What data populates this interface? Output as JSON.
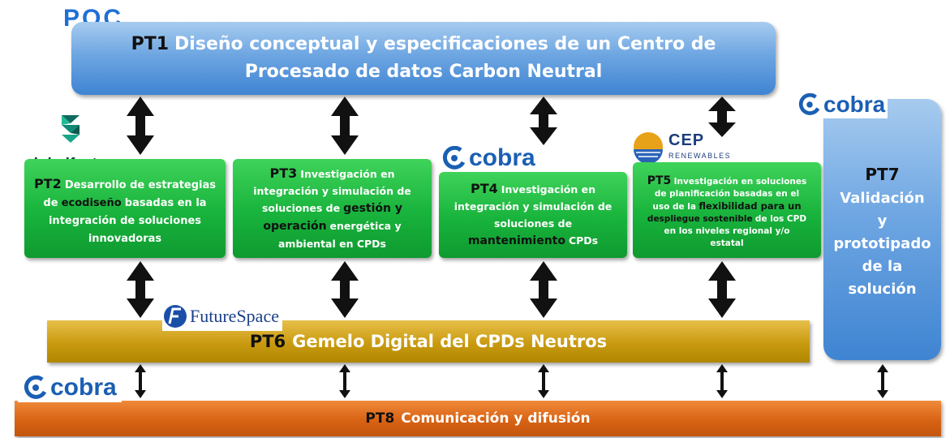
{
  "logos": {
    "pqc": "PQC",
    "globalfactor": "globalfactor",
    "cobra": "cobra",
    "cep_main": "CEP",
    "cep_sub": "RENEWABLES",
    "futurespace": "FutureSpace"
  },
  "pt1": {
    "code": "PT1",
    "line1": "Diseño conceptual y especificaciones de un Centro de",
    "line2": "Procesado de datos Carbon Neutral"
  },
  "pt2": {
    "code": "PT2",
    "t1": "Desarrollo de estrategias",
    "t2": "de",
    "t3": "ecodiseño",
    "t4": "basadas  en la",
    "t5": "integración de soluciones",
    "t6": "innovadoras"
  },
  "pt3": {
    "code": "PT3",
    "t1": "Investigación en",
    "t2": "integración y simulación de",
    "t3": "soluciones de",
    "t4": "gestión y",
    "t5": "operación",
    "t6": "energética y",
    "t7": "ambiental en CPDs"
  },
  "pt4": {
    "code": "PT4",
    "t1": "Investigación en",
    "t2": "integración y simulación de",
    "t3": "soluciones de",
    "t4": "mantenimiento",
    "t5": "CPDs"
  },
  "pt5": {
    "code": "PT5",
    "t1": "Investigación en soluciones",
    "t2": "de planificación basadas en el",
    "t3": "uso de la",
    "t4": "flexibilidad para un",
    "t5": "despliegue sostenible",
    "t6": "de los CPD",
    "t7": "en los niveles regional y/o",
    "t8": "estatal"
  },
  "pt6": {
    "code": "PT6",
    "label": "Gemelo Digital del CPDs Neutros"
  },
  "pt7": {
    "code": "PT7",
    "l1": "Validación",
    "l2": "y",
    "l3": "prototipado",
    "l4": "de la",
    "l5": "solución"
  },
  "pt8": {
    "code": "PT8",
    "label": "Comunicación y difusión"
  },
  "colors": {
    "blue": "#5b9bdc",
    "green": "#18b33c",
    "gold": "#c99a10",
    "orange": "#d86314",
    "arrow": "#111111"
  }
}
